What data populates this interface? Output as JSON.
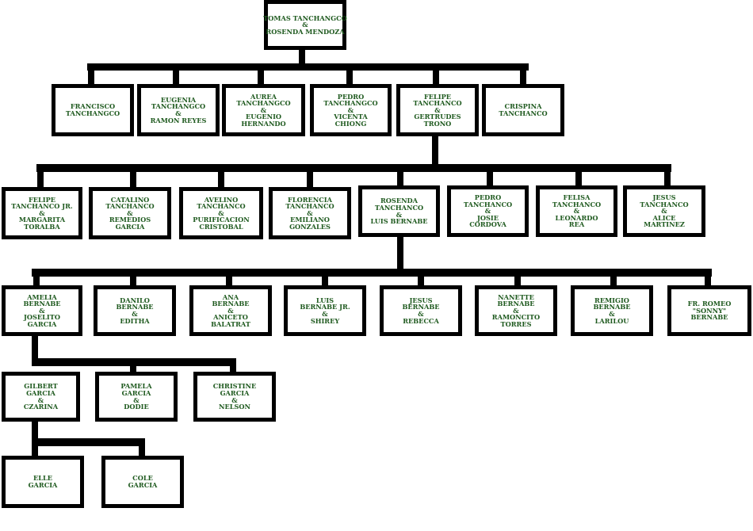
{
  "colors": {
    "text": "#1f5a1f",
    "line": "#000000",
    "background": "#ffffff"
  },
  "nodes": {
    "root": [
      "TOMAS TANCHANGCO",
      "&",
      "ROSENDA MENDOZA"
    ],
    "gen1": [
      [
        "FRANCISCO",
        "TANCHANGCO"
      ],
      [
        "EUGENIA",
        "TANCHANGCO",
        "&",
        "RAMON REYES"
      ],
      [
        "AUREA",
        "TANCHANGCO",
        "&",
        "EUGENIO",
        "HERNANDO"
      ],
      [
        "PEDRO",
        "TANCHANGCO",
        "&",
        "VICENTA",
        "CHIONG"
      ],
      [
        "FELIPE",
        "TANCHANCO",
        "&",
        "GERTRUDES",
        "TRONO"
      ],
      [
        "CRISPINA",
        "TANCHANCO"
      ]
    ],
    "gen2": [
      [
        "FELIPE",
        "TANCHANCO JR.",
        "&",
        "MARGARITA",
        "TORALBA"
      ],
      [
        "CATALINO",
        "TANCHANCO",
        "&",
        "REMEDIOS",
        "GARCIA"
      ],
      [
        "AVELINO",
        "TANCHANCO",
        "&",
        "PURIFICACION",
        "CRISTOBAL"
      ],
      [
        "FLORENCIA",
        "TANCHANCO",
        "&",
        "EMILIANO",
        "GONZALES"
      ],
      [
        "ROSENDA",
        "TANCHANCO",
        "&",
        "LUIS BERNABE"
      ],
      [
        "PEDRO",
        "TANCHANCO",
        "&",
        "JOSIE",
        "CORDOVA"
      ],
      [
        "FELISA",
        "TANCHANCO",
        "&",
        "LEONARDO",
        "REA"
      ],
      [
        "JESUS",
        "TANCHANCO",
        "&",
        "ALICE",
        "MARTINEZ"
      ]
    ],
    "gen3": [
      [
        "AMELIA",
        "BERNABE",
        "&",
        "JOSELITO",
        "GARCIA"
      ],
      [
        "DANILO",
        "BERNABE",
        "&",
        "EDITHA"
      ],
      [
        "ANA",
        "BERNABE",
        "&",
        "ANICETO",
        "BALATRAT"
      ],
      [
        "LUIS",
        "BERNABE JR.",
        "&",
        "SHIREY"
      ],
      [
        "JESUS",
        "BERNABE",
        "&",
        "REBECCA"
      ],
      [
        "NANETTE",
        "BERNABE",
        "&",
        "RAMONCITO",
        "TORRES"
      ],
      [
        "REMIGIO",
        "BERNABE",
        "&",
        "LARILOU"
      ],
      [
        "FR. ROMEO",
        "\"SONNY\"",
        "BERNABE"
      ]
    ],
    "gen4": [
      [
        "GILBERT",
        "GARCIA",
        "&",
        "CZARINA"
      ],
      [
        "PAMELA",
        "GARCIA",
        "&",
        "DODIE"
      ],
      [
        "CHRISTINE",
        "GARCIA",
        "&",
        "NELSON"
      ]
    ],
    "gen5": [
      [
        "ELLE",
        "GARCIA"
      ],
      [
        "COLE",
        "GARCIA"
      ]
    ]
  }
}
